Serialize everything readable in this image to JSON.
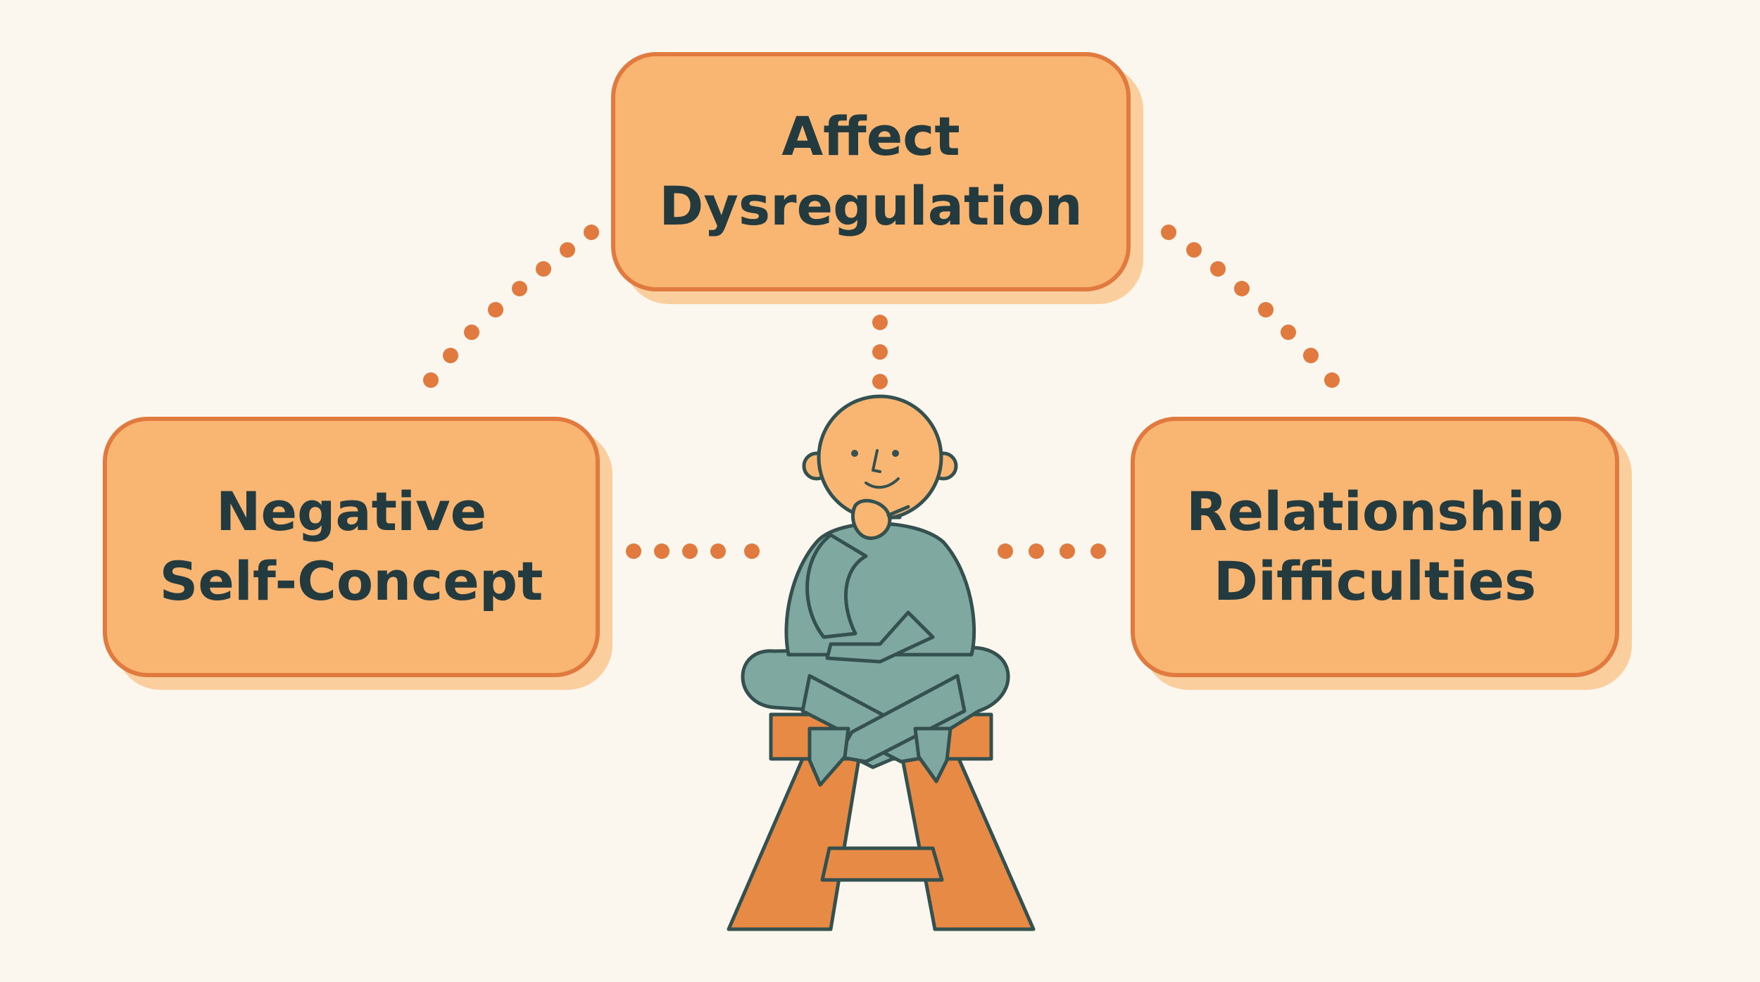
{
  "nodes": {
    "top": {
      "line1": "Affect",
      "line2": "Dysregulation"
    },
    "left": {
      "line1": "Negative",
      "line2": "Self-Concept"
    },
    "right": {
      "line1": "Relationship",
      "line2": "Difficulties"
    }
  },
  "colors": {
    "background": "#fbf7ee",
    "box_fill": "#f9b672",
    "box_border": "#e07a3f",
    "box_shadow": "#fbcf9d",
    "text": "#233a3e",
    "dots": "#e07a3f",
    "person_body": "#7fa9a0",
    "person_head": "#f9b672",
    "stool": "#e68a45",
    "outline": "#35514f"
  },
  "icons": {
    "figure": "thinking-person-icon",
    "stool": "stool-icon"
  }
}
